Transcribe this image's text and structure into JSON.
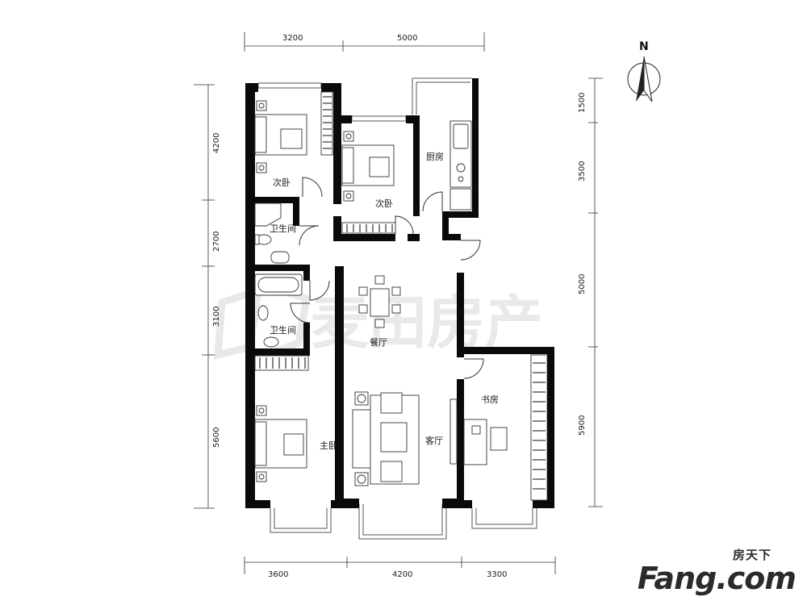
{
  "compass": {
    "label": "N"
  },
  "dimensions": {
    "top": [
      "3200",
      "5000"
    ],
    "bottom": [
      "3600",
      "4200",
      "3300"
    ],
    "left": [
      "4200",
      "2700",
      "3100",
      "5600"
    ],
    "right": [
      "1500",
      "3500",
      "5000",
      "5900"
    ]
  },
  "rooms": {
    "second_bedroom_left": "次卧",
    "second_bedroom_mid": "次卧",
    "kitchen": "厨房",
    "bathroom_upper": "卫生间",
    "bathroom_lower": "卫生间",
    "dining": "餐厅",
    "living": "客厅",
    "study": "书房",
    "master_bedroom": "主卧"
  },
  "watermark": {
    "text": "麦田房产"
  },
  "logo": {
    "small": "房天下",
    "big": "Fang.com"
  }
}
